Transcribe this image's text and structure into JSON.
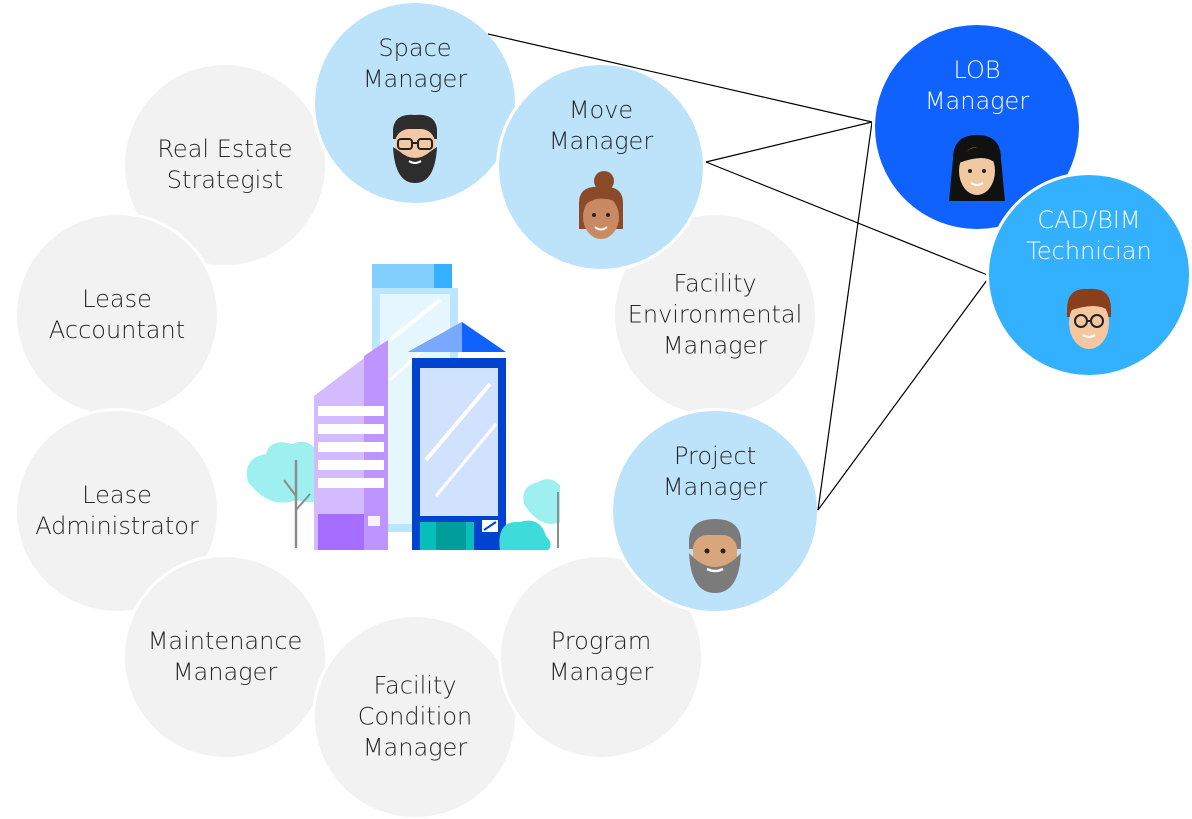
{
  "roles": {
    "real_estate_strategist": "Real Estate\nStrategist",
    "lease_accountant": "Lease\nAccountant",
    "lease_administrator": "Lease\nAdministrator",
    "maintenance_manager": "Maintenance\nManager",
    "facility_condition_manager": "Facility\nCondition\nManager",
    "program_manager": "Program\nManager",
    "facility_environmental_manager": "Facility\nEnvironmental\nManager",
    "space_manager": "Space\nManager",
    "move_manager": "Move\nManager",
    "project_manager": "Project\nManager",
    "lob_manager": "LOB\nManager",
    "cad_bim_technician": "CAD/BIM\nTechnician"
  },
  "colors": {
    "gray_circle": "#f2f2f2",
    "highlight_circle": "#bde3fb",
    "lob_circle": "#0f62fe",
    "cad_circle": "#33b1ff",
    "connector_line": "#000000"
  },
  "icons": {
    "building": "office-building-illustration",
    "space_manager_avatar": "bearded-man-glasses-avatar",
    "move_manager_avatar": "woman-bun-avatar",
    "project_manager_avatar": "gray-bearded-man-avatar",
    "lob_manager_avatar": "woman-long-hair-avatar",
    "cad_bim_avatar": "man-glasses-avatar"
  }
}
